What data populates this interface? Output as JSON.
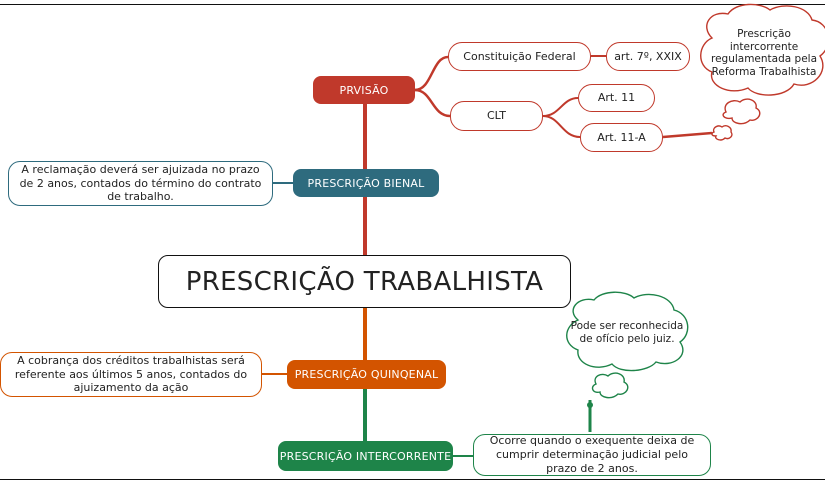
{
  "central": {
    "title": "PRESCRIÇÃO TRABALHISTA"
  },
  "branches": {
    "previsao": {
      "label": "PRVISÃO",
      "color": "#c0392b",
      "constituicao": {
        "label": "Constituição Federal",
        "article": "art. 7º, XXIX"
      },
      "clt": {
        "label": "CLT",
        "articles": [
          "Art. 11",
          "Art. 11-A"
        ]
      }
    },
    "bienal": {
      "label": "PRESCRIÇÃO BIENAL",
      "color": "#2e6b7e",
      "note": "A reclamação deverá ser ajuizada no prazo de 2 anos, contados do término do contrato de trabalho."
    },
    "quinquenal": {
      "label": "PRESCRIÇÃO QUINQENAL",
      "color": "#d35400",
      "note": "A cobrança dos créditos trabalhistas será referente aos últimos 5 anos, contados do ajuizamento da ação"
    },
    "intercorrente": {
      "label": "PRESCRIÇÃO INTERCORRENTE",
      "color": "#1e8449",
      "note": "Ocorre quando o exequente deixa de cumprir determinação judicial pelo prazo de 2 anos."
    }
  },
  "callouts": {
    "reforma": "Prescrição intercorrente regulamentada pela Reforma Trabalhista",
    "oficio": "Pode ser reconhecida de ofício pelo juiz."
  }
}
